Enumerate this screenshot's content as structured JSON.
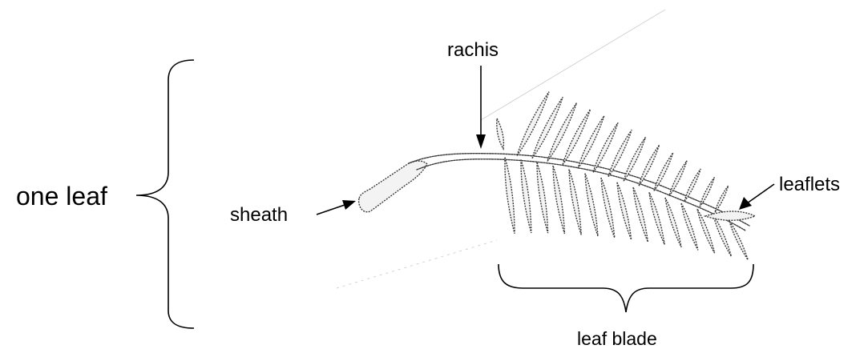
{
  "labels": {
    "one_leaf": "one leaf",
    "sheath": "sheath",
    "rachis": "rachis",
    "leaflets": "leaflets",
    "leaf_blade": "leaf blade"
  }
}
